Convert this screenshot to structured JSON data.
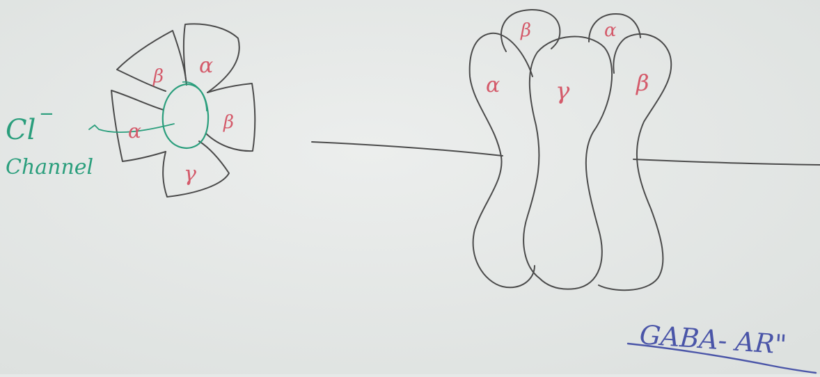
{
  "colors": {
    "board": "#e6e9e8",
    "outline": "#4a4a4a",
    "subunit_label": "#d45a6a",
    "channel": "#2a9e7c",
    "caption": "#4a55a8"
  },
  "top_view": {
    "subunits": {
      "beta_upper": "β",
      "alpha_upper": "α",
      "beta_right": "β",
      "gamma_bottom": "γ",
      "alpha_left": "α"
    },
    "ion": "Cl",
    "ion_charge": "−",
    "channel_label": "Channel"
  },
  "side_view": {
    "subunits": {
      "alpha_left": "α",
      "beta_back": "β",
      "gamma_center": "γ",
      "alpha_back": "α",
      "beta_right": "β"
    }
  },
  "caption": "GABA- AR\""
}
